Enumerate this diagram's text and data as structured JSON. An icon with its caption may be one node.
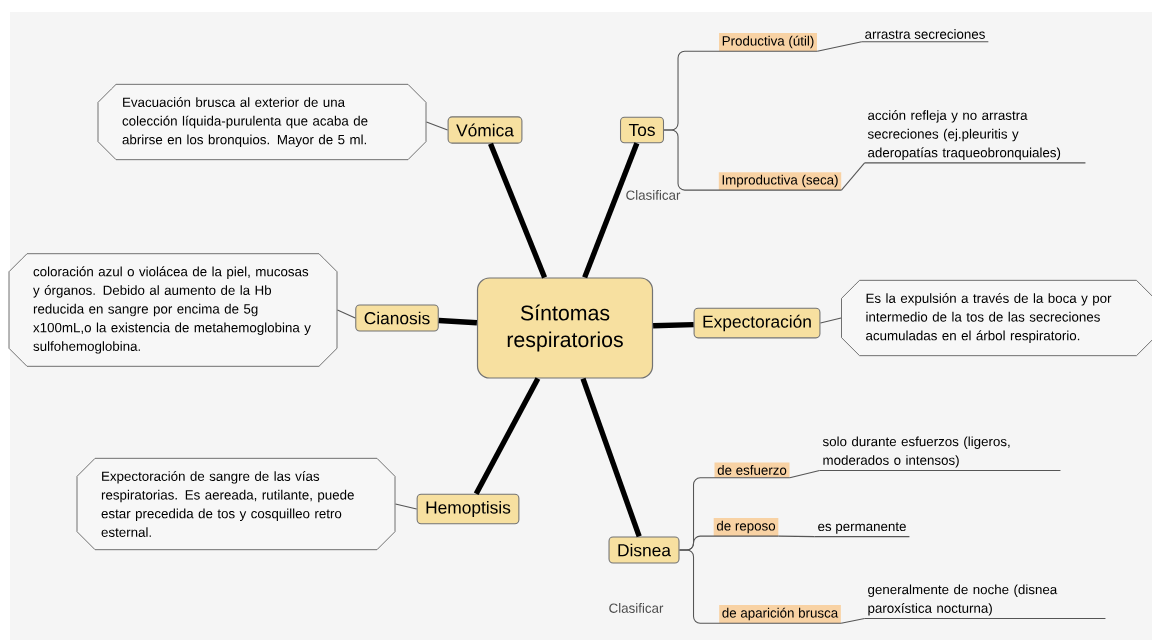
{
  "diagram": {
    "nodes": [
      {
        "text": [
          "Síntomas respiratorios"
        ]
      },
      {
        "text": [
          "Vómica"
        ]
      },
      {
        "text": [
          "Evacuación brusca al exterior de una colección líquida-purulenta que acaba de abrirse en los bronquios. Mayor de 5 ml."
        ]
      },
      {
        "text": [
          "Cianosis"
        ]
      },
      {
        "text": [
          "coloración azul o violácea de la piel, mucosas y órganos. Debido al aumento de la Hb reducida en sangre por encima de 5g x100mL,o la existencia de metahemoglobina y sulfohemoglobina."
        ]
      },
      {
        "text": [
          "Hemoptisis"
        ]
      },
      {
        "text": [
          "Expectoración de sangre de las vías respiratorias. Es aereada, rutilante, puede estar precedida de tos y cosquilleo retro esternal."
        ]
      },
      {
        "text": [
          "Tos"
        ]
      },
      {
        "text": [
          "Productiva (útil)"
        ]
      },
      {
        "text": [
          "arrastra secreciones"
        ]
      },
      {
        "text": [
          "Improductiva (seca)"
        ]
      },
      {
        "text": [
          "acción refleja y no arrastra secreciones (ej.pleuritis y aderopatías traqueobronquiales)"
        ]
      },
      {
        "text": [
          "Expectoración"
        ]
      },
      {
        "text": [
          "Es la expulsión a través de la boca y por intermedio de la tos de las secreciones acumuladas en el árbol respiratorio."
        ]
      },
      {
        "text": [
          "Disnea"
        ]
      },
      {
        "text": [
          "de esfuerzo"
        ]
      },
      {
        "text": [
          "solo durante esfuerzos (ligeros, moderados o intensos)"
        ]
      },
      {
        "text": [
          "de reposo"
        ]
      },
      {
        "text": [
          "es permanente"
        ]
      },
      {
        "text": [
          "de aparición brusca"
        ]
      },
      {
        "text": [
          "generalmente de noche (disnea paroxística nocturna)"
        ]
      }
    ],
    "edges": [
      {
        "from": 0,
        "to": 1,
        "arrow": "none",
        "style": "thick"
      },
      {
        "from": 0,
        "to": 3,
        "arrow": "none",
        "style": "thick"
      },
      {
        "from": 0,
        "to": 5,
        "arrow": "none",
        "style": "thick"
      },
      {
        "from": 0,
        "to": 7,
        "arrow": "none",
        "style": "thick"
      },
      {
        "from": 0,
        "to": 12,
        "arrow": "none",
        "style": "thick"
      },
      {
        "from": 0,
        "to": 14,
        "arrow": "none",
        "style": "thick"
      },
      {
        "from": 1,
        "to": 2,
        "arrow": "none"
      },
      {
        "from": 3,
        "to": 4,
        "arrow": "none"
      },
      {
        "from": 5,
        "to": 6,
        "arrow": "none"
      },
      {
        "from": 12,
        "to": 13,
        "arrow": "none"
      },
      {
        "from": 7,
        "to": 8,
        "arrow": "none"
      },
      {
        "from": 7,
        "to": 10,
        "arrow": "none"
      },
      {
        "from": 8,
        "to": 9,
        "arrow": "none"
      },
      {
        "from": 10,
        "to": 11,
        "arrow": "none"
      },
      {
        "from": 14,
        "to": 15,
        "arrow": "none"
      },
      {
        "from": 14,
        "to": 17,
        "arrow": "none"
      },
      {
        "from": 14,
        "to": 19,
        "arrow": "none"
      },
      {
        "from": 15,
        "to": 16,
        "arrow": "none"
      },
      {
        "from": 17,
        "to": 18,
        "arrow": "none"
      },
      {
        "from": 19,
        "to": 20,
        "arrow": "none"
      }
    ],
    "labels": [
      "Clasificar",
      "Clasificar"
    ]
  }
}
